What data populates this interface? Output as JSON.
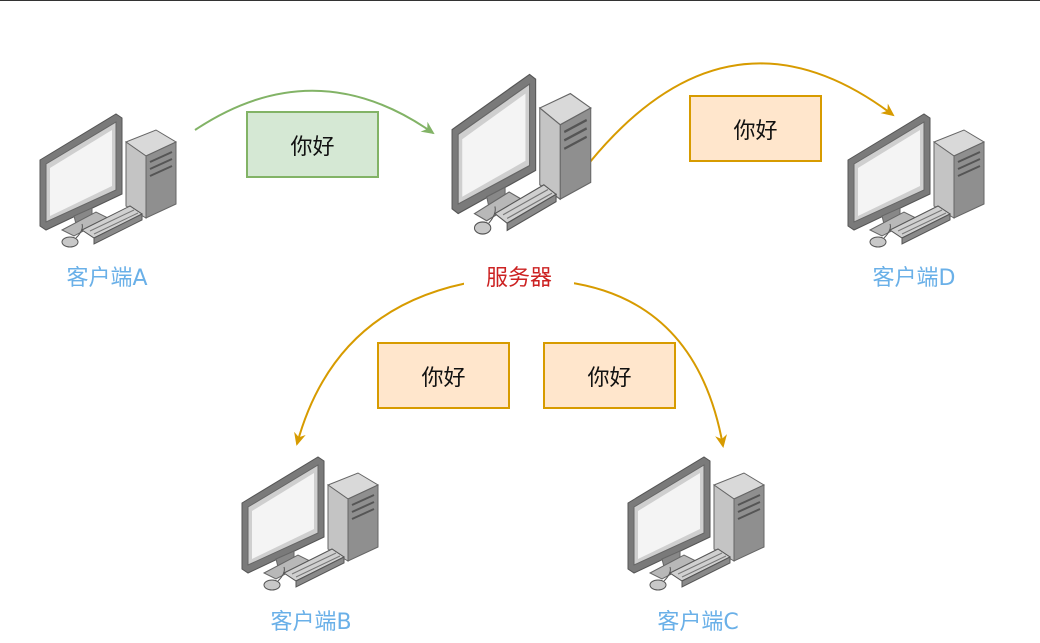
{
  "nodes": {
    "client_a": {
      "label": "客户端A"
    },
    "server": {
      "label": "服务器"
    },
    "client_d": {
      "label": "客户端D"
    },
    "client_b": {
      "label": "客户端B"
    },
    "client_c": {
      "label": "客户端C"
    }
  },
  "messages": {
    "a_to_server": "你好",
    "server_to_d": "你好",
    "server_to_b": "你好",
    "server_to_c": "你好"
  },
  "colors": {
    "client_label": "#6ab0e8",
    "server_label": "#cc2222",
    "green_arrow": "#82b366",
    "green_fill": "#d5e8d4",
    "orange_arrow": "#d79b00",
    "orange_fill": "#ffe6cc"
  }
}
